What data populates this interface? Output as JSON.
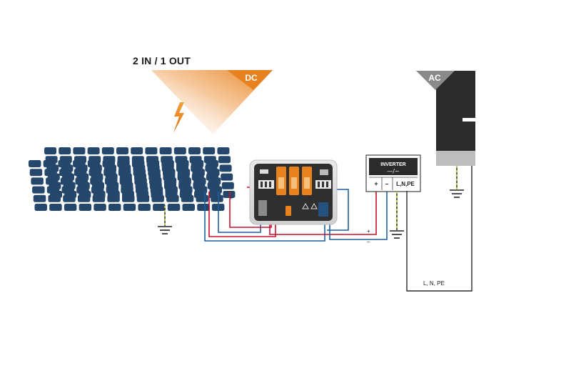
{
  "title": "2 IN / 1 OUT",
  "dc_label": "DC",
  "ac_label": "AC",
  "inverter": {
    "title": "INVERTER",
    "symbol": "—/~",
    "terminals": [
      "+",
      "–",
      "L,N,PE"
    ]
  },
  "pv_terminals": [
    "–",
    "+"
  ],
  "dc_output_labels": [
    "+",
    "–"
  ],
  "ac_line_label": "L, N, PE",
  "icons": [
    "lightning-icon",
    "ground-icon",
    "solar-panel",
    "combiner-box",
    "inverter-box",
    "ac-building"
  ],
  "colors": {
    "orange": "#e8821e",
    "panel": "#24476b",
    "red_wire": "#c8102e",
    "blue_wire": "#1f5f9e",
    "dark": "#2b2b2b",
    "ground": "#8cb43a"
  }
}
